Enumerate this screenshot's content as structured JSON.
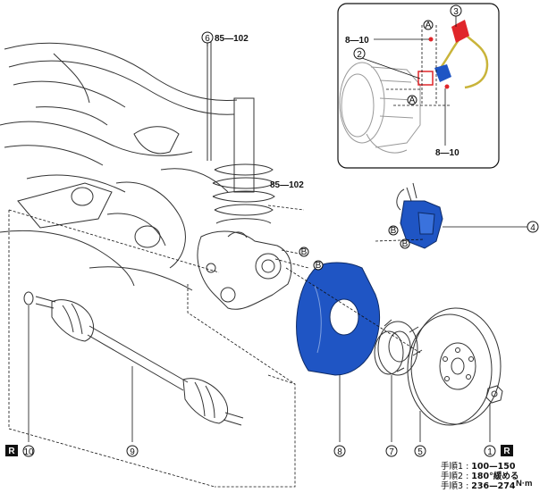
{
  "callouts": {
    "c1": "1",
    "c2": "2",
    "c3": "3",
    "c4": "4",
    "c5": "5",
    "c6": "6",
    "c7": "7",
    "c8": "8",
    "c9": "9",
    "c10": "10"
  },
  "torque": {
    "strut_bolt": "85—102",
    "knuckle_bolt": "85—102",
    "bracket_upper": "8—10",
    "bracket_lower": "8—10"
  },
  "refs": {
    "a": "A",
    "b": "B",
    "r": "R"
  },
  "steps": [
    {
      "label": "手順1 : ",
      "value": "100—150"
    },
    {
      "label": "手順2 : ",
      "value": "180°緩める"
    },
    {
      "label": "手順3 : ",
      "value": "236—274"
    }
  ],
  "unit": "N·m",
  "colors": {
    "blue": "#1f55c4",
    "red": "#e0262a",
    "cable": "#c9b43a"
  }
}
